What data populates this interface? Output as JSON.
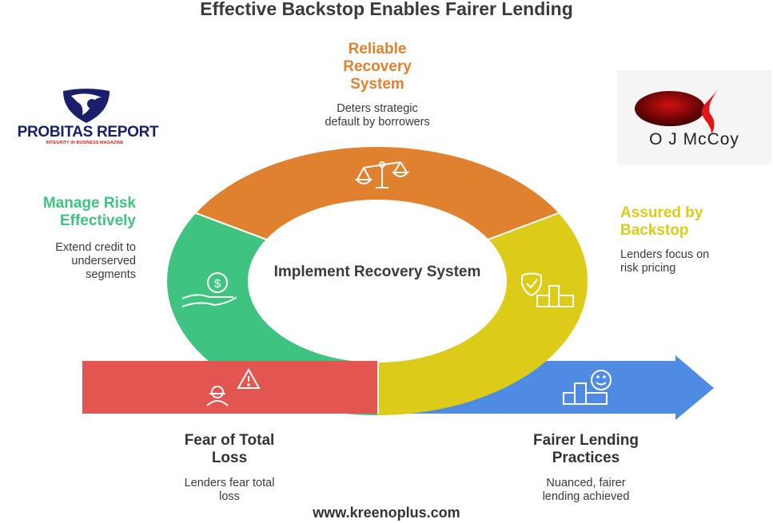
{
  "title": "Effective Backstop Enables Fairer Lending",
  "center_label": "Implement Recovery System",
  "stages": {
    "recovery": {
      "heading": "Reliable Recovery System",
      "heading_lines": [
        "Reliable",
        "Recovery",
        "System"
      ],
      "desc_lines": [
        "Deters strategic",
        "default by borrowers"
      ],
      "icon": "scales-icon",
      "color": "#e0812f"
    },
    "risk": {
      "heading_lines": [
        "Manage Risk",
        "Effectively"
      ],
      "desc_lines": [
        "Extend credit to",
        "underserved",
        "segments"
      ],
      "icon": "hand-dollar-icon",
      "color": "#3ec381"
    },
    "backstop": {
      "heading_lines": [
        "Assured by",
        "Backstop"
      ],
      "desc_lines": [
        "Lenders focus on",
        "risk pricing"
      ],
      "icon": "shield-buildings-icon",
      "color": "#dccb18"
    },
    "fear": {
      "heading_lines": [
        "Fear of Total",
        "Loss"
      ],
      "desc_lines": [
        "Lenders fear total",
        "loss"
      ],
      "icon": "person-warning-icon",
      "color": "#e35550"
    },
    "fairer": {
      "heading_lines": [
        "Fairer Lending",
        "Practices"
      ],
      "desc_lines": [
        "Nuanced, fairer",
        "lending achieved"
      ],
      "icon": "smile-buildings-icon",
      "color": "#4f8be3"
    }
  },
  "logos": {
    "probitas": {
      "name": "PROBITAS REPORT",
      "tagline": "INTEGRITY IN BUSINESS MAGAZINE"
    },
    "ojmccoy": {
      "name": "O J McCoy"
    }
  },
  "footer": {
    "website": "www.kreenoplus.com"
  }
}
